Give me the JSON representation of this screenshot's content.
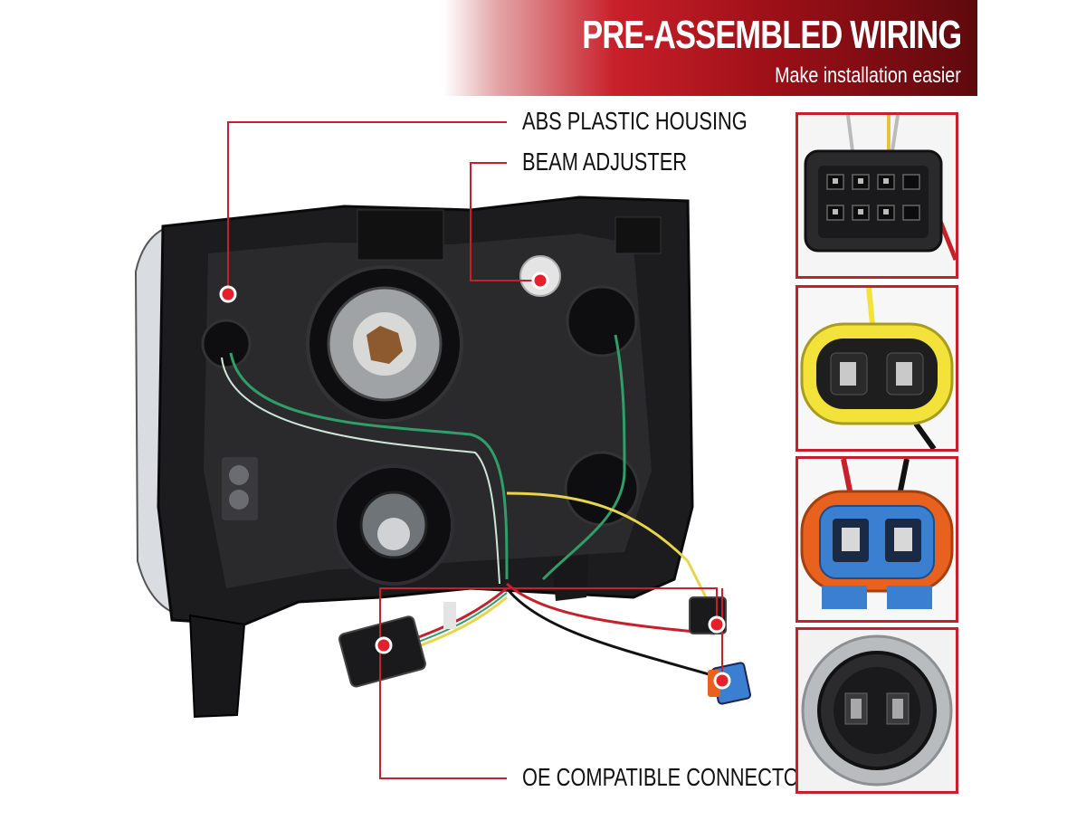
{
  "banner": {
    "title": "PRE-ASSEMBLED WIRING",
    "subtitle": "Make installation easier"
  },
  "callouts": {
    "housing": "ABS PLASTIC HOUSING",
    "beam": "BEAM ADJUSTER",
    "connectors": "OE COMPATIBLE CONNECTORS"
  },
  "colors": {
    "accent_red": "#c8202a",
    "banner_dark": "#5e0a0e",
    "housing_black": "#1c1c1e",
    "connector_yellow": "#f2e23a",
    "connector_orange": "#e8611e",
    "connector_blue": "#3b7fd0"
  },
  "insets": [
    {
      "name": "8-pin-connector",
      "icon": "multi-pin-connector"
    },
    {
      "name": "yellow-2-pin-connector",
      "icon": "two-pin-plug"
    },
    {
      "name": "orange-blue-connector",
      "icon": "two-pin-socket"
    },
    {
      "name": "round-bulb-socket",
      "icon": "round-socket"
    }
  ]
}
